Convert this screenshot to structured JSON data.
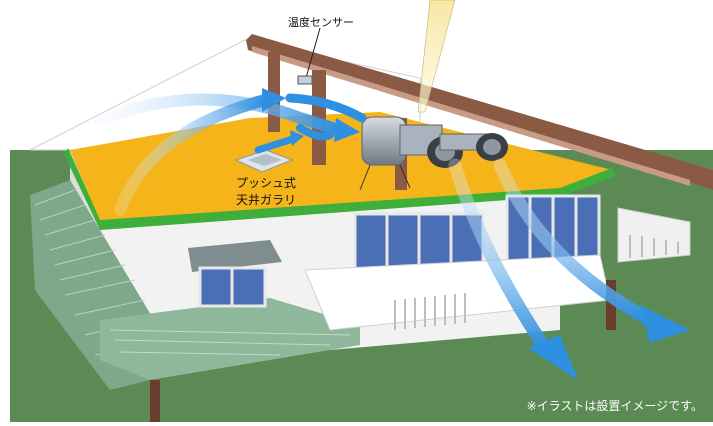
{
  "labels": {
    "sensor": "温度センサー",
    "garari_line1": "プッシュ式",
    "garari_line2": "天井ガラリ",
    "note": "※イラストは設置イメージです。"
  },
  "colors": {
    "sky": "#ffffff",
    "ground": "#5b8a54",
    "attic_floor": "#f4b41a",
    "wall": "#f2f2f2",
    "eave_band": "#3fae3a",
    "roof_shingle": "#7fa88a",
    "window": "#4a6fb6",
    "airflow": "#2f8fe0",
    "unit_gray": "#9aa3ad",
    "beam": "#8a5a44",
    "sun_beam": "#f3e7b0"
  },
  "icons": [
    "airflow-arrow",
    "ventilation-fan-unit",
    "ceiling-grille-icon",
    "temperature-sensor"
  ]
}
